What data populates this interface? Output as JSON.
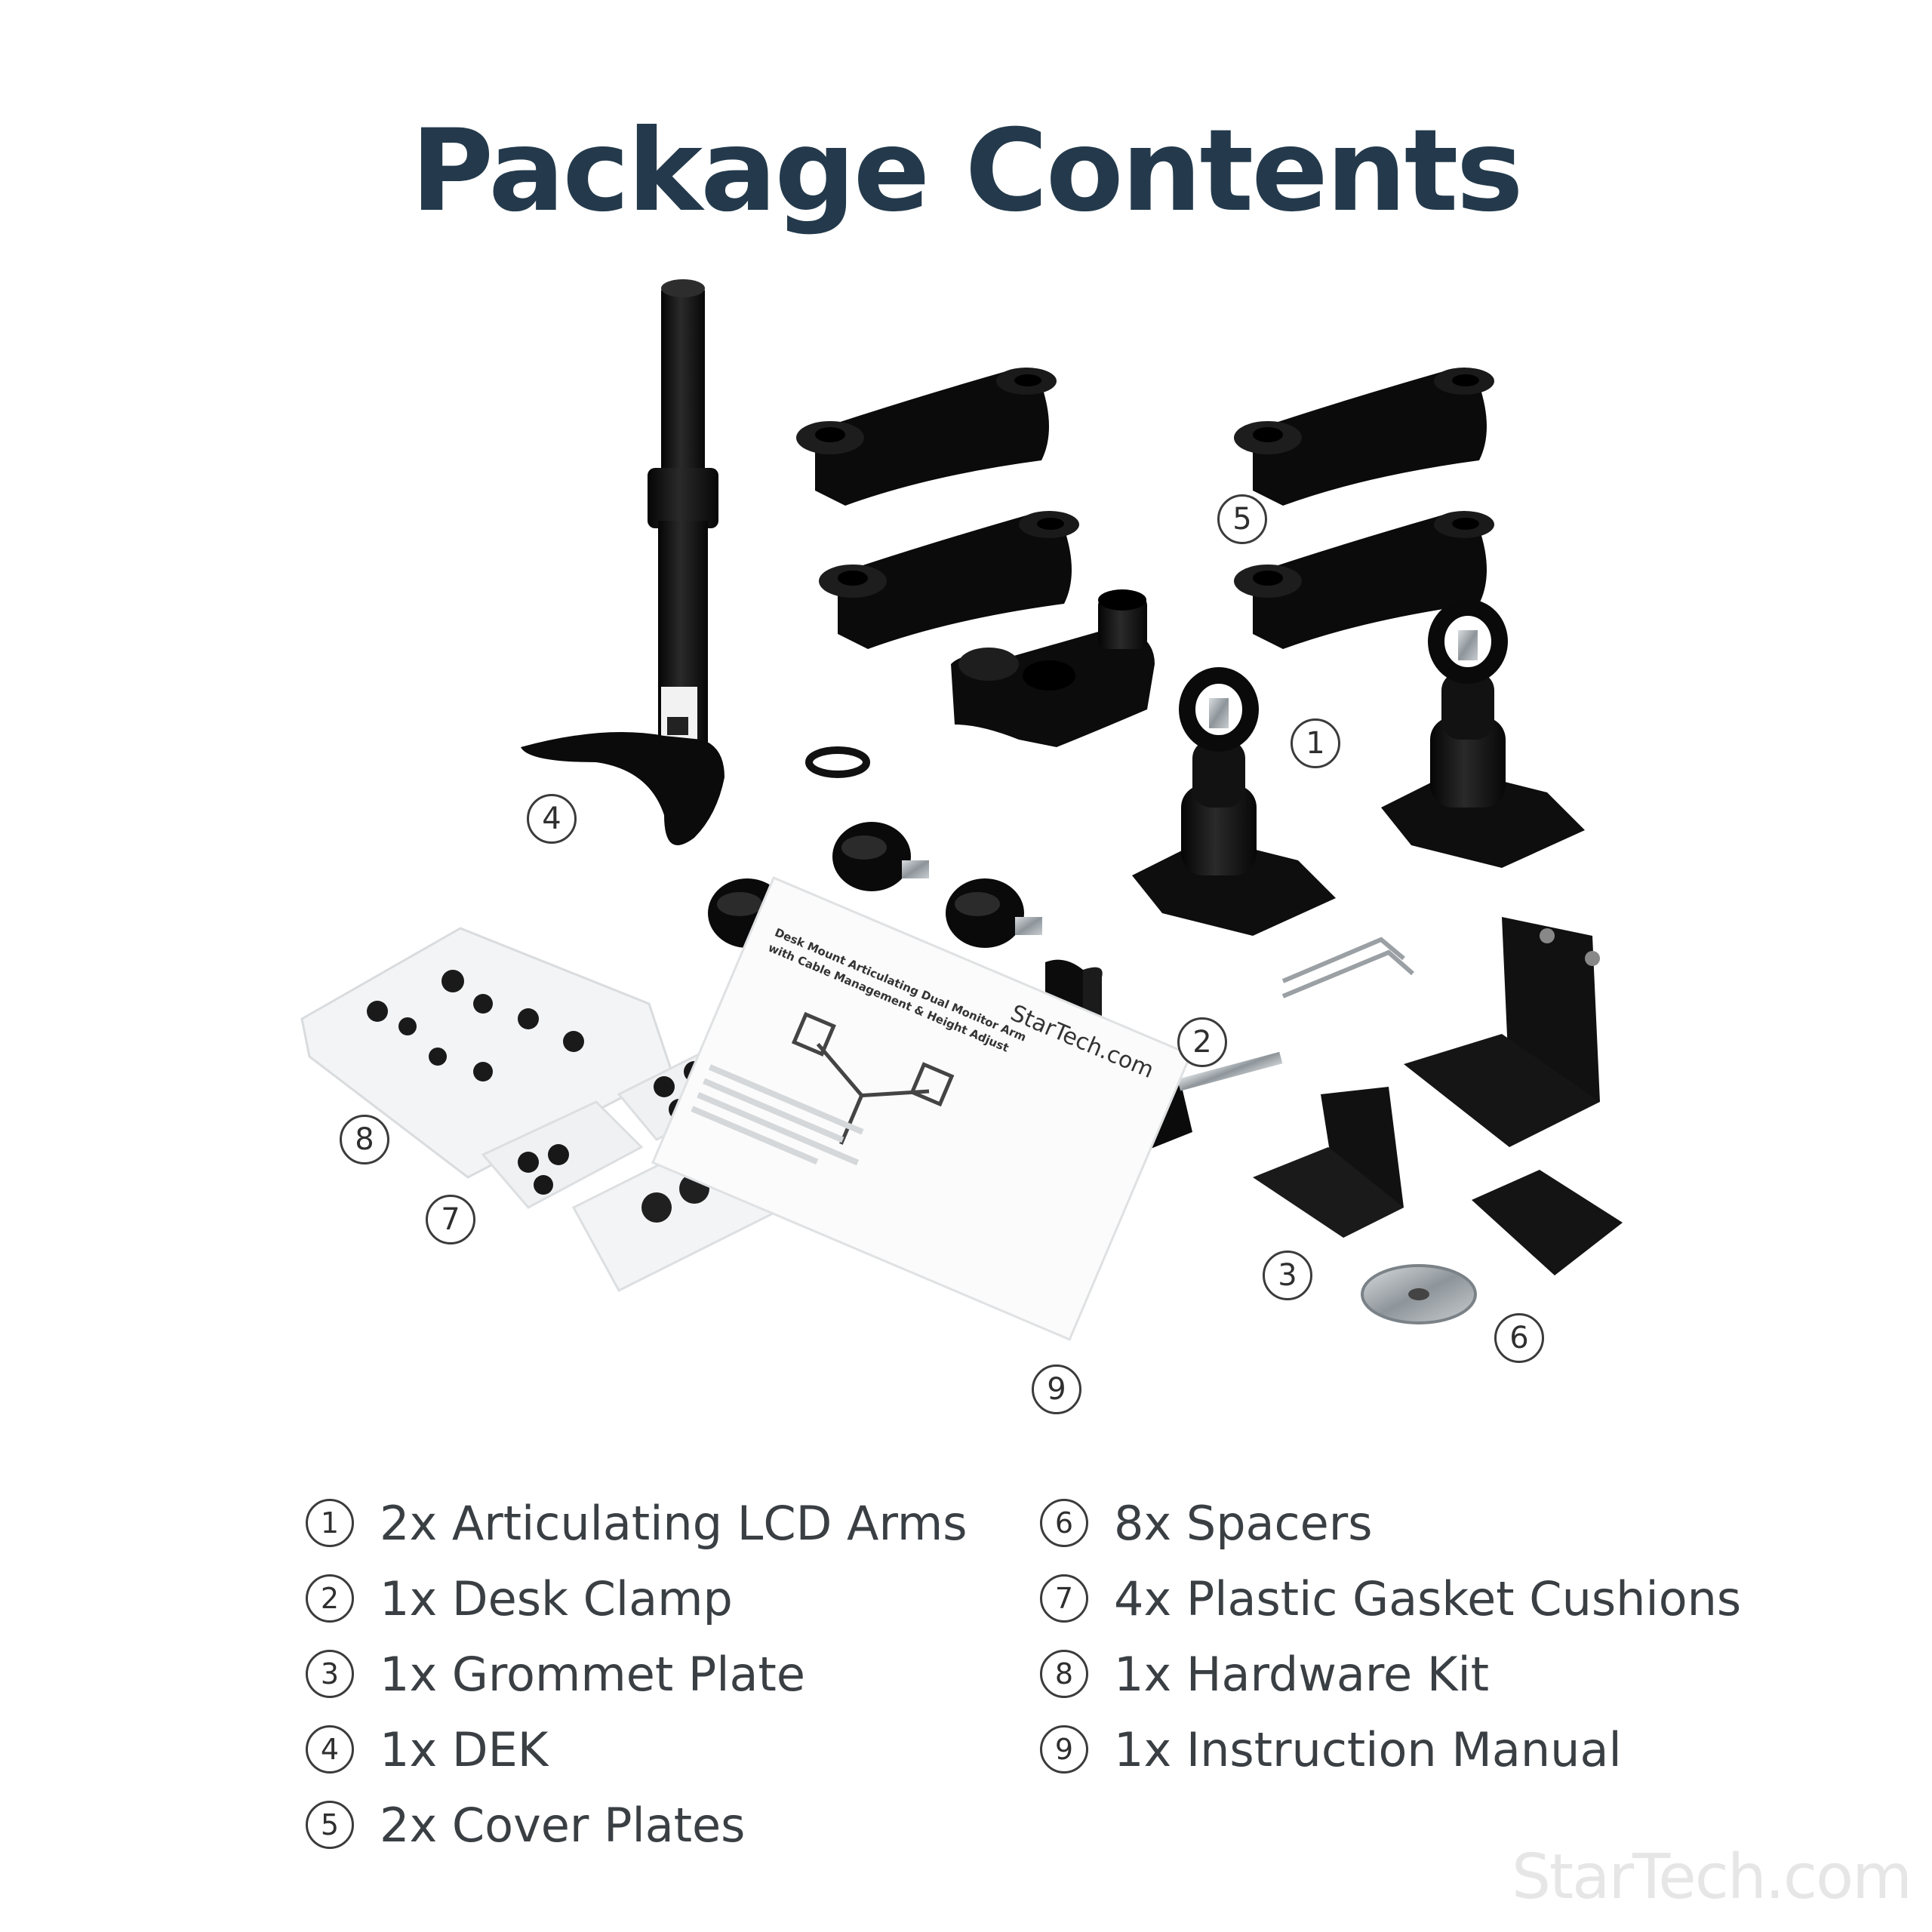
{
  "title": "Package Contents",
  "callout_labels": [
    "1",
    "2",
    "3",
    "4",
    "5",
    "6",
    "7",
    "8",
    "9"
  ],
  "manual": {
    "brand": "StarTech.com",
    "heading_line1": "Desk Mount Articulating Dual Monitor Arm",
    "heading_line2": "with Cable Management & Height Adjust"
  },
  "contents_left": [
    {
      "num": "1",
      "text": "2x Articulating LCD Arms"
    },
    {
      "num": "2",
      "text": "1x Desk Clamp"
    },
    {
      "num": "3",
      "text": "1x Grommet Plate"
    },
    {
      "num": "4",
      "text": "1x DEK"
    },
    {
      "num": "5",
      "text": "2x Cover Plates"
    }
  ],
  "contents_right": [
    {
      "num": "6",
      "text": "8x Spacers"
    },
    {
      "num": "7",
      "text": "4x Plastic Gasket Cushions"
    },
    {
      "num": "8",
      "text": "1x Hardware Kit"
    },
    {
      "num": "9",
      "text": "1x Instruction Manual"
    }
  ],
  "watermark": "StarTech.com"
}
